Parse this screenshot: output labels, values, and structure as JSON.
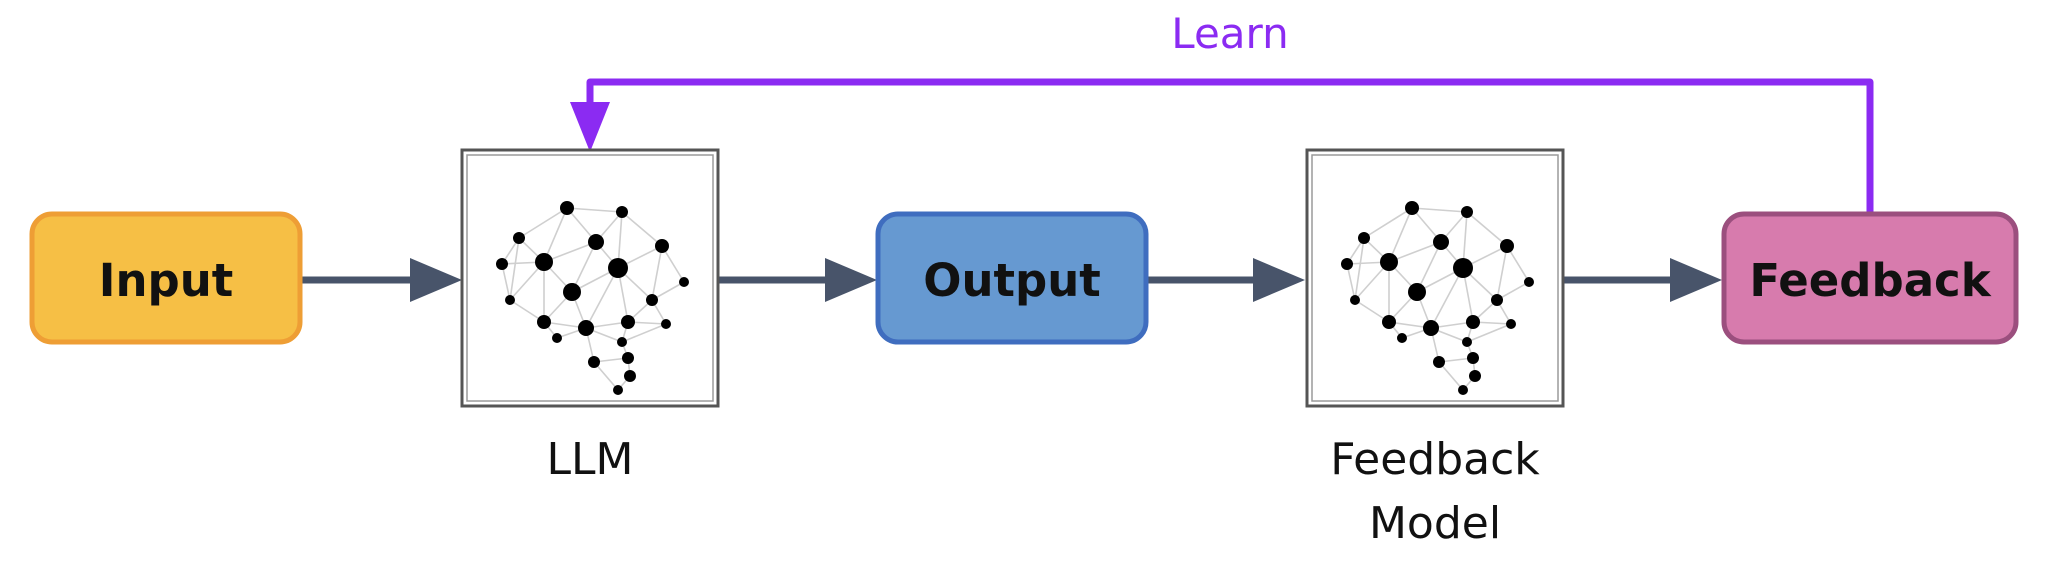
{
  "nodes": {
    "input": {
      "label": "Input",
      "fill": "#F6BF45",
      "stroke": "#EE9E35"
    },
    "output": {
      "label": "Output",
      "fill": "#6699D1",
      "stroke": "#3F6DBF"
    },
    "feedback": {
      "label": "Feedback",
      "fill": "#D77BAD",
      "stroke": "#9B4F7E"
    }
  },
  "models": {
    "llm": {
      "caption": "LLM",
      "icon": "neural-network-brain-icon"
    },
    "feedback_model": {
      "caption_line1": "Feedback",
      "caption_line2": "Model",
      "icon": "neural-network-brain-icon"
    }
  },
  "loop": {
    "label": "Learn",
    "color": "#8B2BF2"
  },
  "flow_arrow_color": "#48546A"
}
